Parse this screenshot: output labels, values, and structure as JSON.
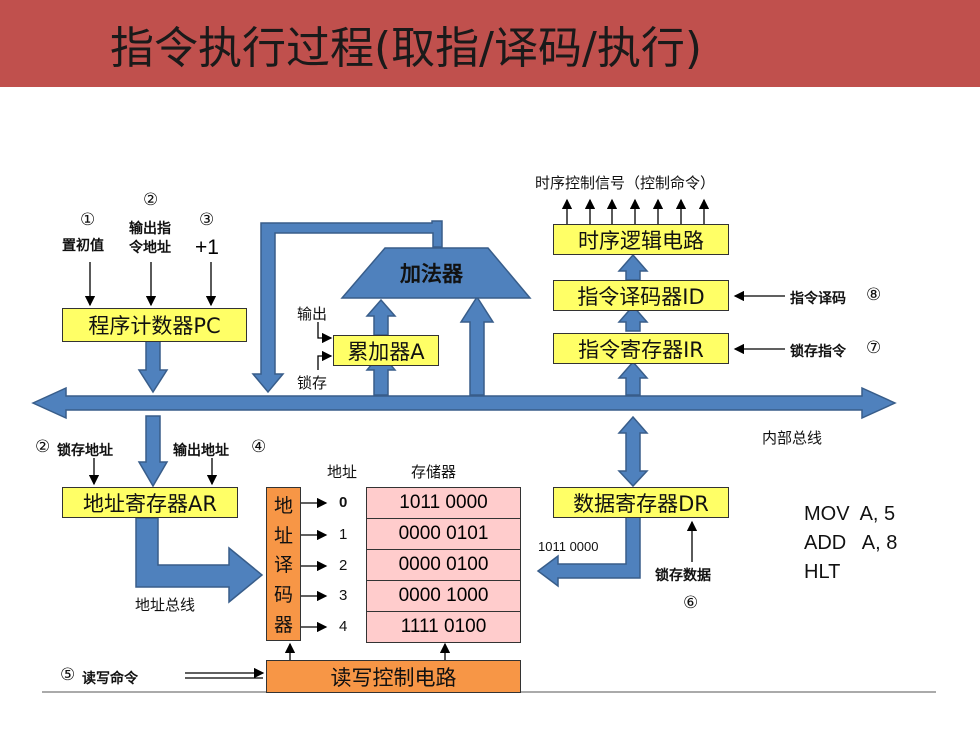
{
  "title": "指令执行过程(取指/译码/执行)",
  "pc_inputs": {
    "c1": "①",
    "set_init": "置初值",
    "c2": "②",
    "out_addr_1": "输出指",
    "out_addr_2": "令地址",
    "c3": "③",
    "plus_one": "+1"
  },
  "pc": "程序计数器PC",
  "adder": "加法器",
  "acc": "累加器A",
  "acc_out": "输出",
  "acc_latch": "锁存",
  "timing_signals": "时序控制信号（控制命令）",
  "timing_logic": "时序逻辑电路",
  "id": "指令译码器ID",
  "id_label": "指令译码",
  "id_circ": "⑧",
  "ir": "指令寄存器IR",
  "ir_label": "锁存指令",
  "ir_circ": "⑦",
  "internal_bus": "内部总线",
  "ar_latch_circ": "②",
  "ar_latch": "锁存地址",
  "ar_out": "输出地址",
  "ar_out_circ": "④",
  "ar": "地址寄存器AR",
  "addr_bus": "地址总线",
  "decoder": [
    "地",
    "址",
    "译",
    "码",
    "器"
  ],
  "addr_header": "地址",
  "mem_header": "存储器",
  "addresses": [
    "0",
    "1",
    "2",
    "3",
    "4"
  ],
  "memory": [
    "1011 0000",
    "0000 0101",
    "0000 0100",
    "0000 1000",
    "1111 0100"
  ],
  "dr": "数据寄存器DR",
  "dr_value": "1011 0000",
  "dr_latch": "锁存数据",
  "dr_circ": "⑥",
  "rw_circ": "⑤",
  "rw_cmd": "读写命令",
  "rw_ctrl": "读写控制电路",
  "program": [
    "MOV  A, 5",
    "ADD   A, 8",
    "HLT"
  ],
  "colors": {
    "title_bar": "#c0504d",
    "box": "#ffff66",
    "decoder": "#f79646",
    "memory": "#ffcccc",
    "arrow": "#4f81bd",
    "arrow_stroke": "#385d8a"
  }
}
